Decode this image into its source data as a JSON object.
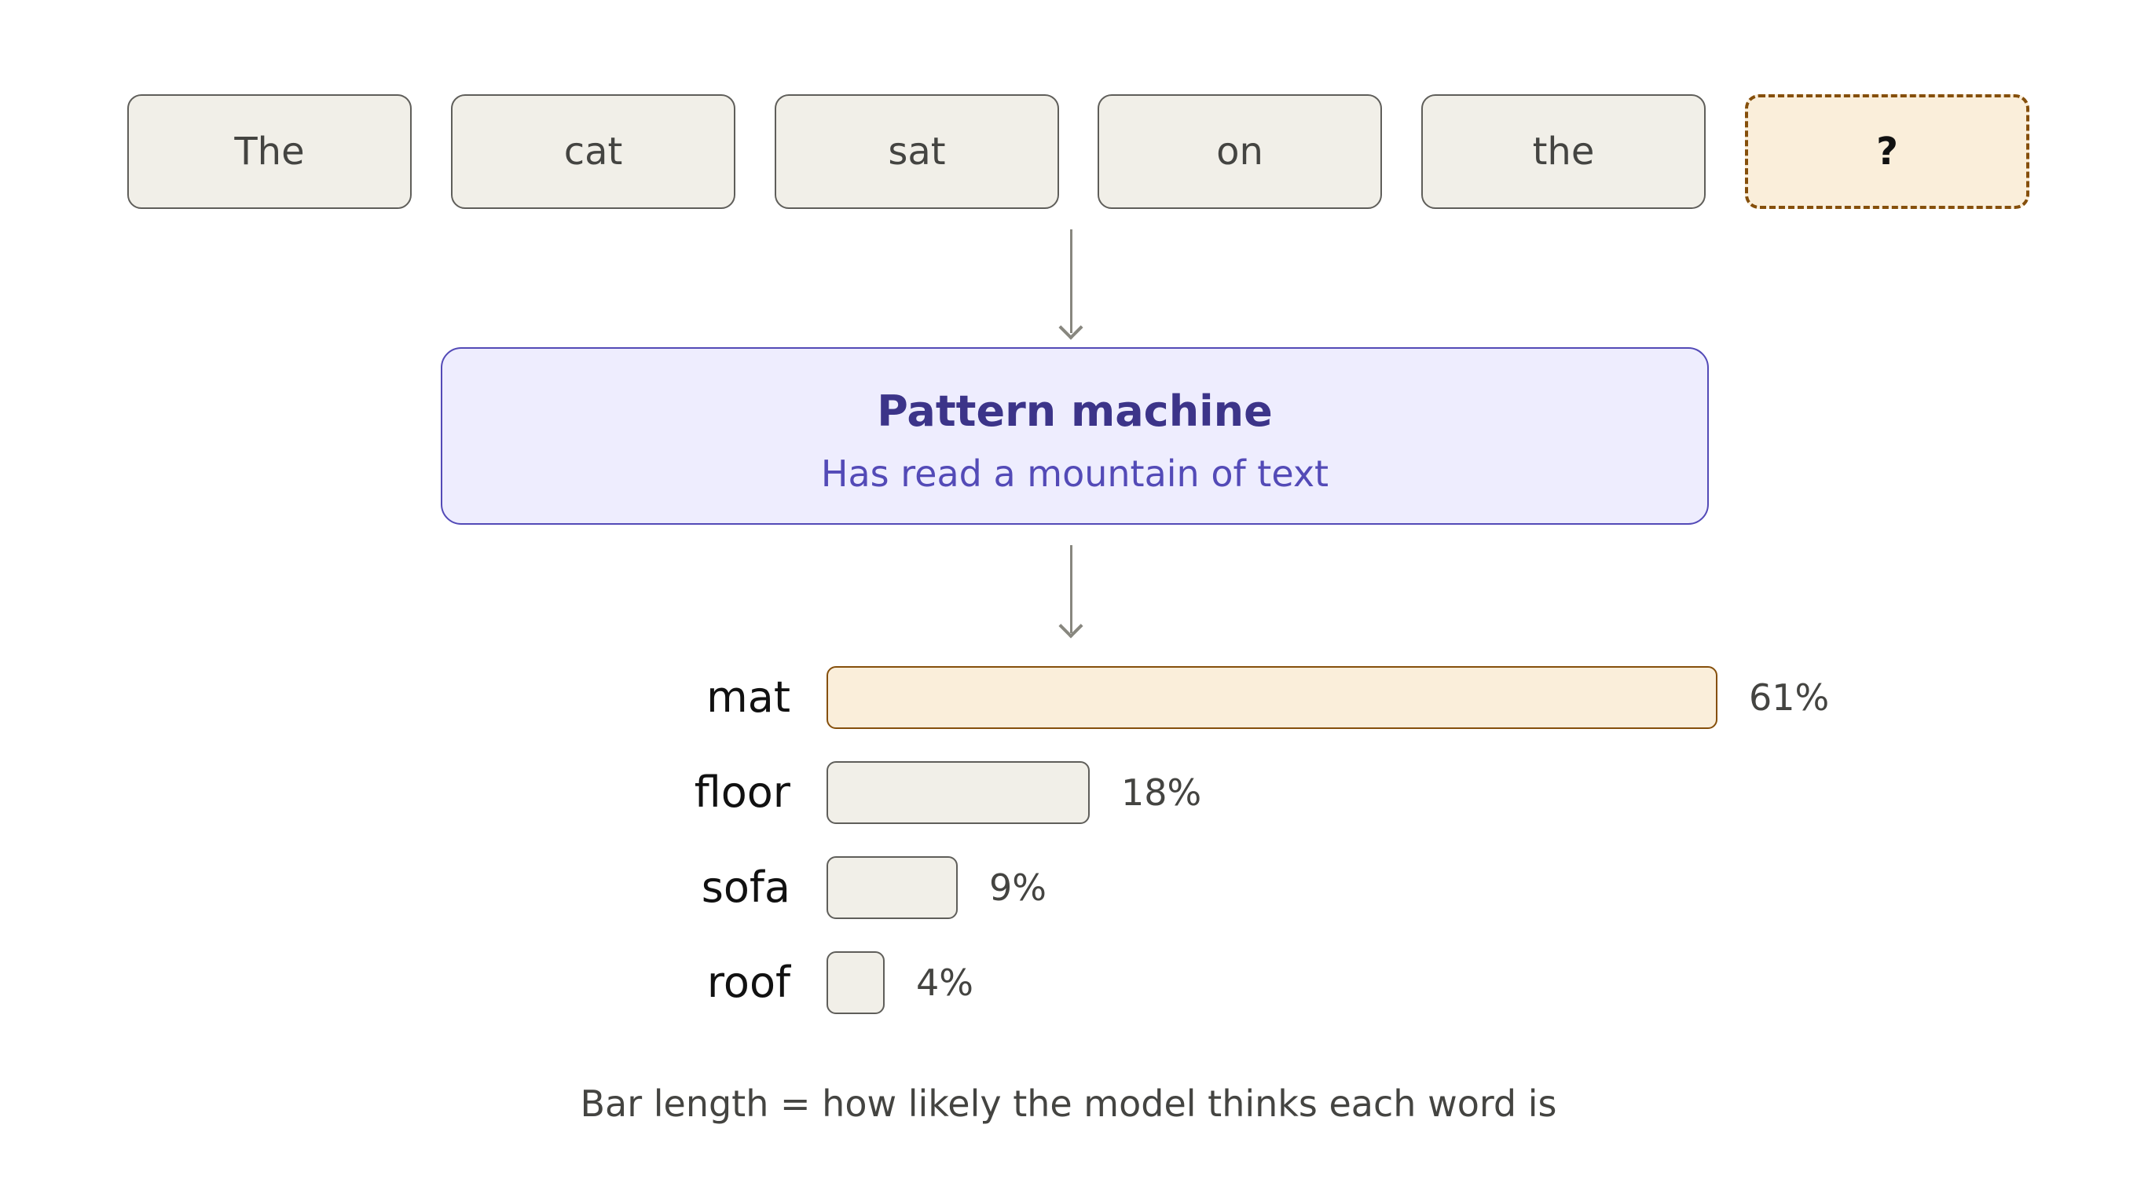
{
  "tokens": [
    "The",
    "cat",
    "sat",
    "on",
    "the",
    "?"
  ],
  "machine": {
    "title": "Pattern machine",
    "subtitle": "Has read a mountain of text"
  },
  "predictions": [
    {
      "word": "mat",
      "percent": 61,
      "label": "61%"
    },
    {
      "word": "floor",
      "percent": 18,
      "label": "18%"
    },
    {
      "word": "sofa",
      "percent": 9,
      "label": "9%"
    },
    {
      "word": "roof",
      "percent": 4,
      "label": "4%"
    }
  ],
  "caption": "Bar length = how likely the model thinks each word is",
  "colors": {
    "token_fill": "#f1efe8",
    "token_border": "#5f5e5a",
    "unknown_fill": "#faeeda",
    "unknown_border": "#854f0b",
    "machine_fill": "#eeedfe",
    "machine_border": "#534ab7",
    "machine_title": "#3c3489",
    "arrow": "#88877f"
  }
}
